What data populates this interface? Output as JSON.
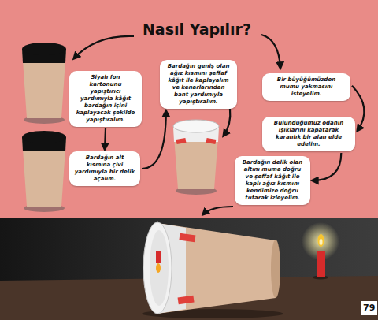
{
  "diagram": {
    "title": "Nasıl Yapılır?",
    "nodes": [
      {
        "text": [
          "Siyah fon kartonunu yapıştırıcı yardımıyla kâğıt bardağın içini kaplayacak şekilde yapıştıralım."
        ]
      },
      {
        "text": [
          "Bardağın alt kısmına çivi yardımıyla bir delik açalım."
        ]
      },
      {
        "text": [
          "Bardağın geniş olan ağız kısmını şeffaf kâğıt ile kaplayalım ve kenarlarından bant yardımıyla yapıştıralım."
        ]
      },
      {
        "text": [
          "Bir büyüğümüzden mumu yakmasını isteyelim."
        ]
      },
      {
        "text": [
          "Bulunduğumuz odanın ışıklarını kapatarak karanlık bir alan elde edelim."
        ]
      },
      {
        "text": [
          "Bardağın delik olan altını muma doğru ve şeffaf kâğıt ile kaplı ağız kısmını kendimize doğru tutarak izleyelim."
        ]
      }
    ],
    "edges": [
      {
        "from": 0,
        "to": 1,
        "arrow": "to"
      },
      {
        "from": 1,
        "to": 2,
        "arrow": "to"
      },
      {
        "from": 3,
        "to": 4,
        "arrow": "to"
      },
      {
        "from": 4,
        "to": 5,
        "arrow": "to"
      }
    ],
    "labels": [
      "79"
    ]
  }
}
